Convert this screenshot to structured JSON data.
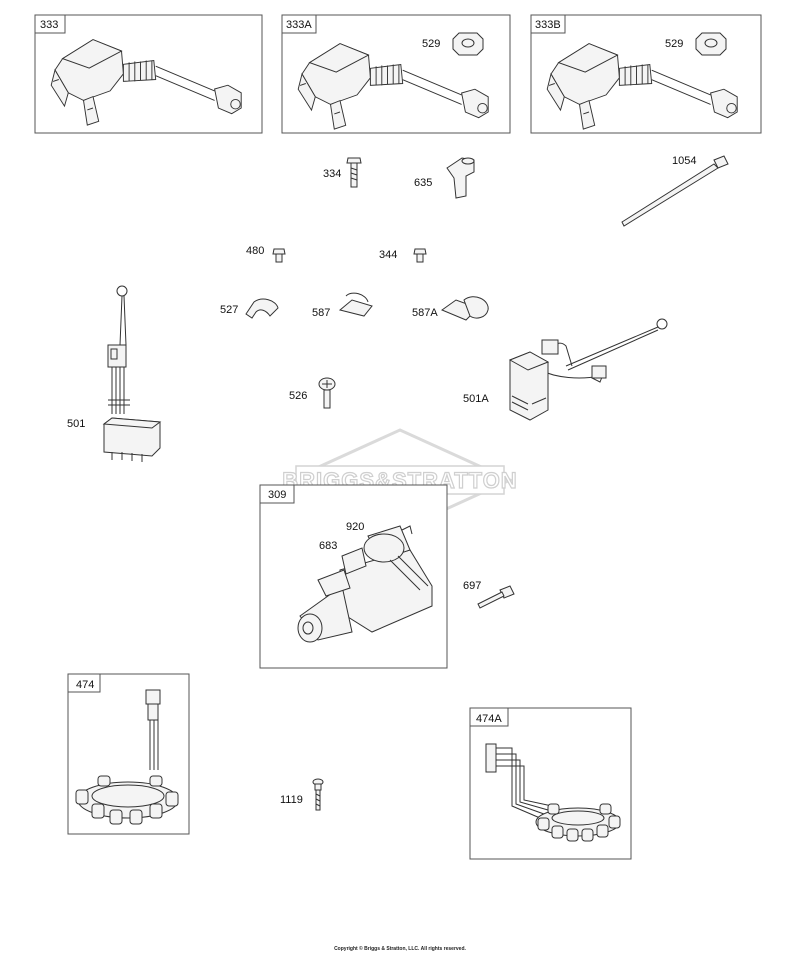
{
  "boxes": {
    "b333": "333",
    "b333a": "333A",
    "b333b": "333B",
    "b309": "309",
    "b474": "474",
    "b474a": "474A"
  },
  "labels": {
    "l529a": "529",
    "l529b": "529",
    "l334": "334",
    "l635": "635",
    "l1054": "1054",
    "l480": "480",
    "l344": "344",
    "l527": "527",
    "l587": "587",
    "l587a": "587A",
    "l501": "501",
    "l501a": "501A",
    "l526": "526",
    "l920": "920",
    "l683": "683",
    "l697": "697",
    "l1119": "1119"
  },
  "watermark": "BRIGGS&STRATTON",
  "copyright": "Copyright © Briggs & Stratton, LLC. All rights reserved."
}
